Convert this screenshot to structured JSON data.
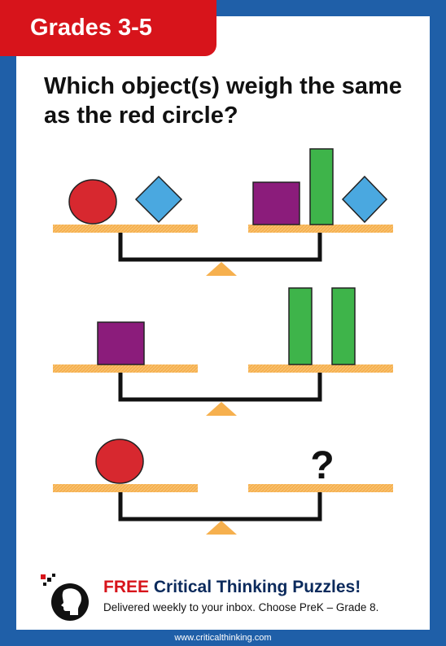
{
  "header": {
    "grade_label": "Grades 3-5"
  },
  "question": {
    "text": "Which object(s) weigh the same as the red circle?"
  },
  "scales": [
    {
      "left": [
        "red-circle",
        "blue-diamond"
      ],
      "right": [
        "purple-square",
        "green-rectangle",
        "blue-diamond"
      ]
    },
    {
      "left": [
        "purple-square"
      ],
      "right": [
        "green-rectangle",
        "green-rectangle"
      ]
    },
    {
      "left": [
        "red-circle"
      ],
      "right": [
        "question-mark"
      ],
      "unknown_symbol": "?"
    }
  ],
  "footer": {
    "promo_highlight": "FREE",
    "promo_title": "Critical Thinking Puzzles!",
    "promo_subtitle": "Delivered weekly to your inbox. Choose PreK – Grade 8.",
    "site_url": "www.criticalthinking.com"
  },
  "colors": {
    "frame": "#1f5fa8",
    "grade_tab": "#d7141b",
    "scale_plate": "#f6b04e",
    "red_circle": "#d7282f",
    "blue_diamond": "#4aa8e0",
    "purple_square": "#8b1c7b",
    "green_rectangle": "#3eb44a"
  }
}
